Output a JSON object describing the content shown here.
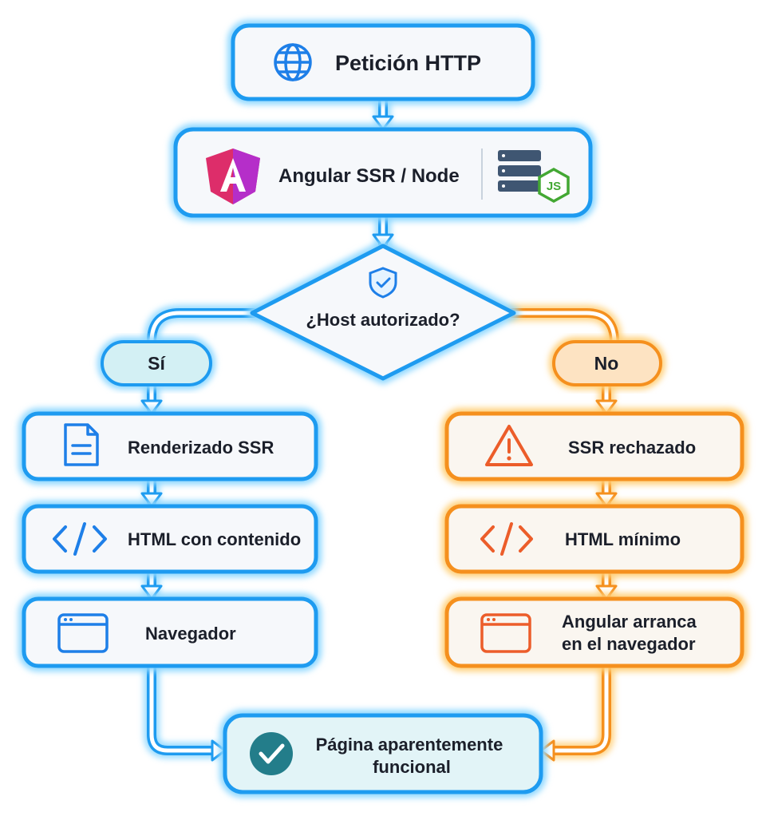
{
  "request": {
    "label": "Petición HTTP",
    "icon": "globe-icon"
  },
  "server": {
    "label": "Angular SSR / Node",
    "icons": [
      "angular-logo-icon",
      "server-nodejs-icon"
    ],
    "node_badge": "JS"
  },
  "decision": {
    "label": "¿Host autorizado?",
    "icon": "shield-check-icon"
  },
  "branches": {
    "yes": {
      "label": "Sí",
      "steps": [
        {
          "label": "Renderizado SSR",
          "icon": "document-icon"
        },
        {
          "label": "HTML con contenido",
          "icon": "code-icon"
        },
        {
          "label": "Navegador",
          "icon": "browser-window-icon"
        }
      ]
    },
    "no": {
      "label": "No",
      "steps": [
        {
          "label": "SSR rechazado",
          "icon": "warning-icon"
        },
        {
          "label": "HTML mínimo",
          "icon": "code-icon"
        },
        {
          "label_lines": [
            "Angular arranca",
            "en el navegador"
          ],
          "icon": "browser-window-icon"
        }
      ]
    }
  },
  "result": {
    "label_lines": [
      "Página aparentemente",
      "funcional"
    ],
    "icon": "check-circle-icon"
  },
  "colors": {
    "blue": "#1e9bf0",
    "blue_glow": "#8fd8ff",
    "orange": "#f5901e",
    "orange_glow": "#ffd07a",
    "teal": "#237d8a",
    "box_fill": "#f6f8fb",
    "yes_pill": "#d3f0f4",
    "no_pill": "#fde3c2"
  }
}
